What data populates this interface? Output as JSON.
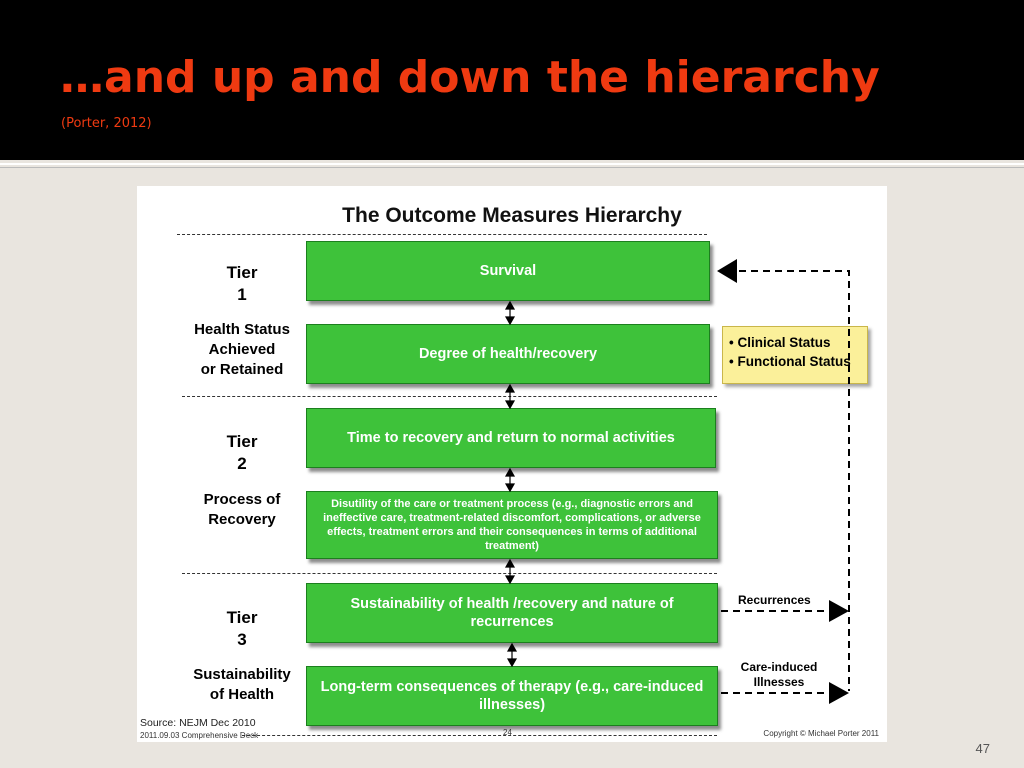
{
  "slide": {
    "title": "…and up and down the hierarchy",
    "subtitle": "(Porter, 2012)",
    "slide_number": "47"
  },
  "diagram": {
    "title": "The Outcome Measures Hierarchy",
    "tiers": [
      {
        "label": "Tier",
        "number": "1",
        "description": [
          "Health Status",
          "Achieved",
          "or Retained"
        ]
      },
      {
        "label": "Tier",
        "number": "2",
        "description": [
          "Process of",
          "Recovery"
        ]
      },
      {
        "label": "Tier",
        "number": "3",
        "description": [
          "Sustainability",
          "of Health"
        ]
      }
    ],
    "boxes": [
      "Survival",
      "Degree of  health/recovery",
      "Time to recovery and return to normal activities",
      "Disutility of the care or treatment process (e.g., diagnostic errors and ineffective care, treatment-related discomfort, complications, or adverse effects, treatment errors and their consequences in terms of additional treatment)",
      "Sustainability of  health /recovery and nature of recurrences",
      "Long-term consequences of therapy  (e.g., care-induced illnesses)"
    ],
    "callout": [
      "• Clinical Status",
      "• Functional Status"
    ],
    "side_labels": {
      "recurrences": "Recurrences",
      "care_induced_1": "Care-induced",
      "care_induced_2": "Illnesses"
    },
    "source": "Source: NEJM Dec 2010",
    "footer_left": "2011.09.03 Comprehensive Deck",
    "page_number": "24",
    "copyright": "Copyright © Michael Porter 2011"
  },
  "colors": {
    "header_bg": "#000000",
    "title": "#ef3a11",
    "box_green": "#3ec23a",
    "callout_yellow": "#fbf09a",
    "background": "#e9e5df"
  }
}
